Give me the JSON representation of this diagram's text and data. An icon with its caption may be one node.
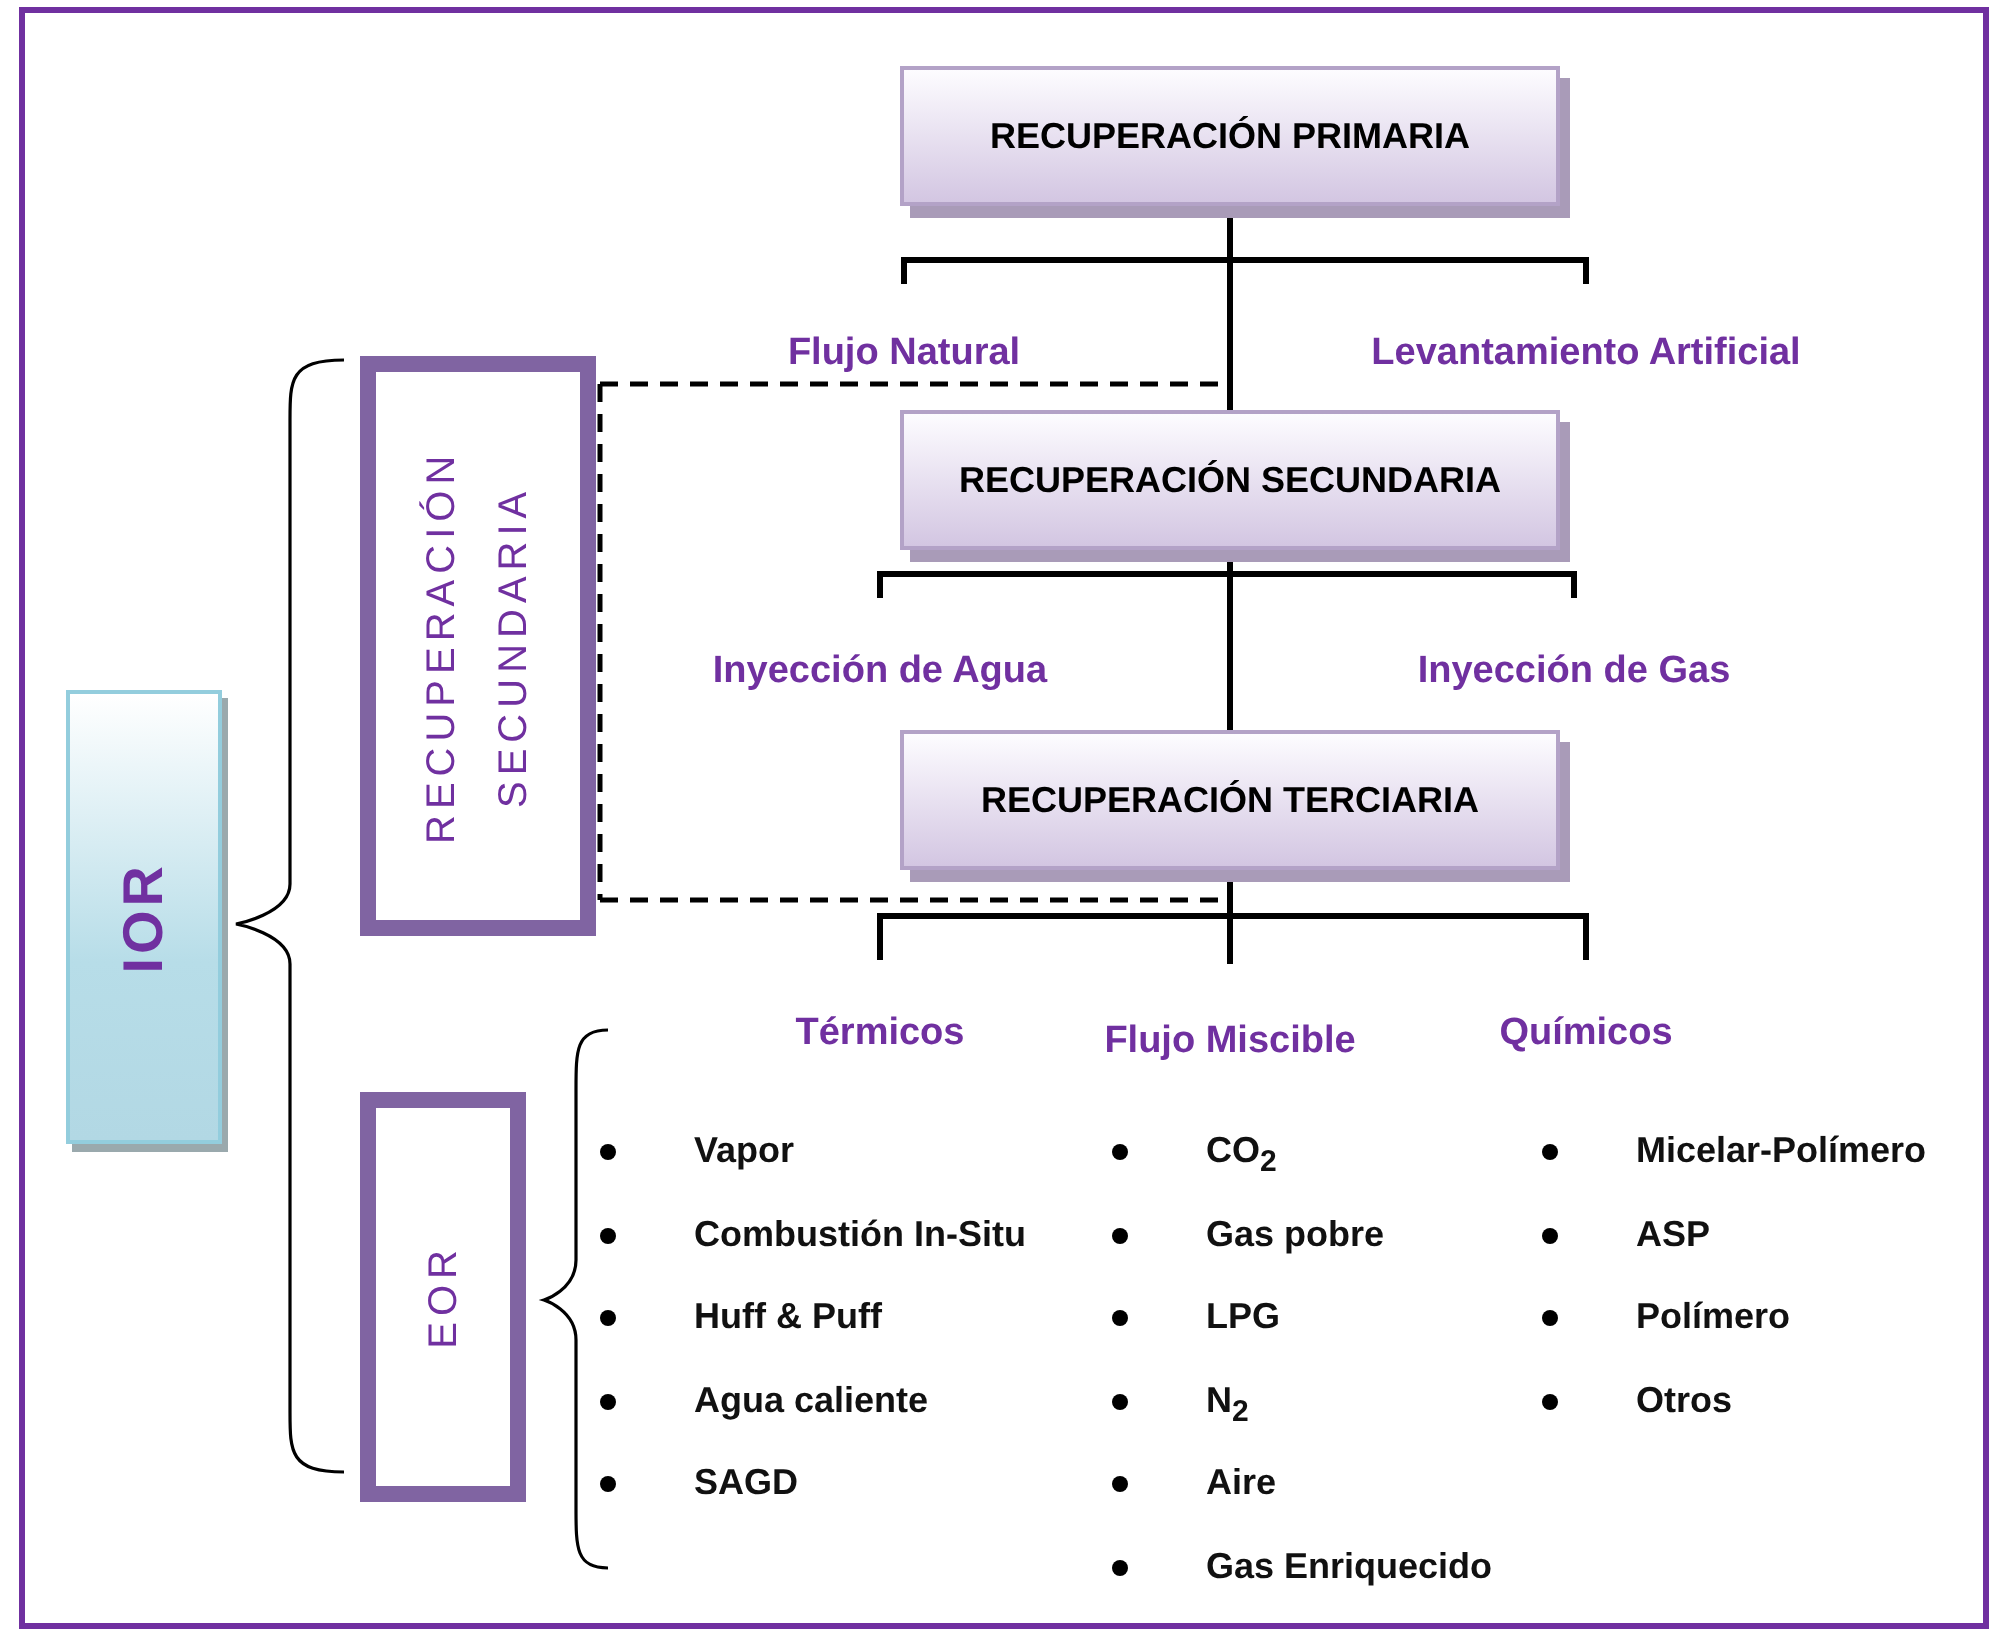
{
  "diagram": {
    "nodes": [
      {
        "text": [
          "IOR"
        ]
      },
      {
        "text": [
          "RECUPERACIÓN SECUNDARIA"
        ]
      },
      {
        "text": [
          "EOR"
        ]
      },
      {
        "text": [
          "RECUPERACIÓN PRIMARIA"
        ]
      },
      {
        "text": [
          "RECUPERACIÓN SECUNDARIA"
        ]
      },
      {
        "text": [
          "RECUPERACIÓN TERCIARIA"
        ]
      },
      {
        "text": [
          "Flujo Natural"
        ]
      },
      {
        "text": [
          "Levantamiento Artificial"
        ]
      },
      {
        "text": [
          "Inyección de Agua"
        ]
      },
      {
        "text": [
          "Inyección de Gas"
        ]
      },
      {
        "text": [
          "Térmicos"
        ],
        "beside": [
          "Vapor",
          "Combustión In-Situ",
          "Huff & Puff",
          "Agua caliente",
          "SAGD"
        ]
      },
      {
        "text": [
          "Flujo Miscible"
        ],
        "beside": [
          "CO$_{2}$",
          "Gas pobre",
          "LPG",
          "N$_{2}$",
          "Aire",
          "Gas Enriquecido"
        ]
      },
      {
        "text": [
          "Químicos"
        ],
        "beside": [
          "Micelar-Polímero",
          "ASP",
          "Polímero",
          "Otros"
        ]
      }
    ],
    "edges": [
      {
        "from": 3,
        "to": 4,
        "arrow": "none"
      },
      {
        "from": 3,
        "to": 6,
        "arrow": "none"
      },
      {
        "from": 3,
        "to": 7,
        "arrow": "none"
      },
      {
        "from": 4,
        "to": 5,
        "arrow": "none"
      },
      {
        "from": 4,
        "to": 8,
        "arrow": "none"
      },
      {
        "from": 4,
        "to": 9,
        "arrow": "none"
      },
      {
        "from": 5,
        "to": 10,
        "arrow": "none"
      },
      {
        "from": 5,
        "to": 11,
        "arrow": "none"
      },
      {
        "from": 5,
        "to": 12,
        "arrow": "none"
      }
    ]
  }
}
